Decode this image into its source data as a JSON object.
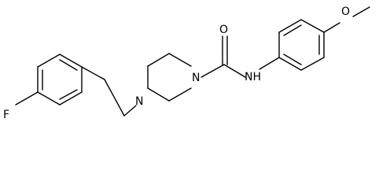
{
  "molecule": {
    "atoms": {
      "fluorine": "F",
      "piperazine_n_benzyl": "N",
      "piperazine_n_carbonyl": "N",
      "carbonyl_oxygen": "O",
      "amide_nh": "NH",
      "methoxy_oxygen": "O"
    }
  }
}
